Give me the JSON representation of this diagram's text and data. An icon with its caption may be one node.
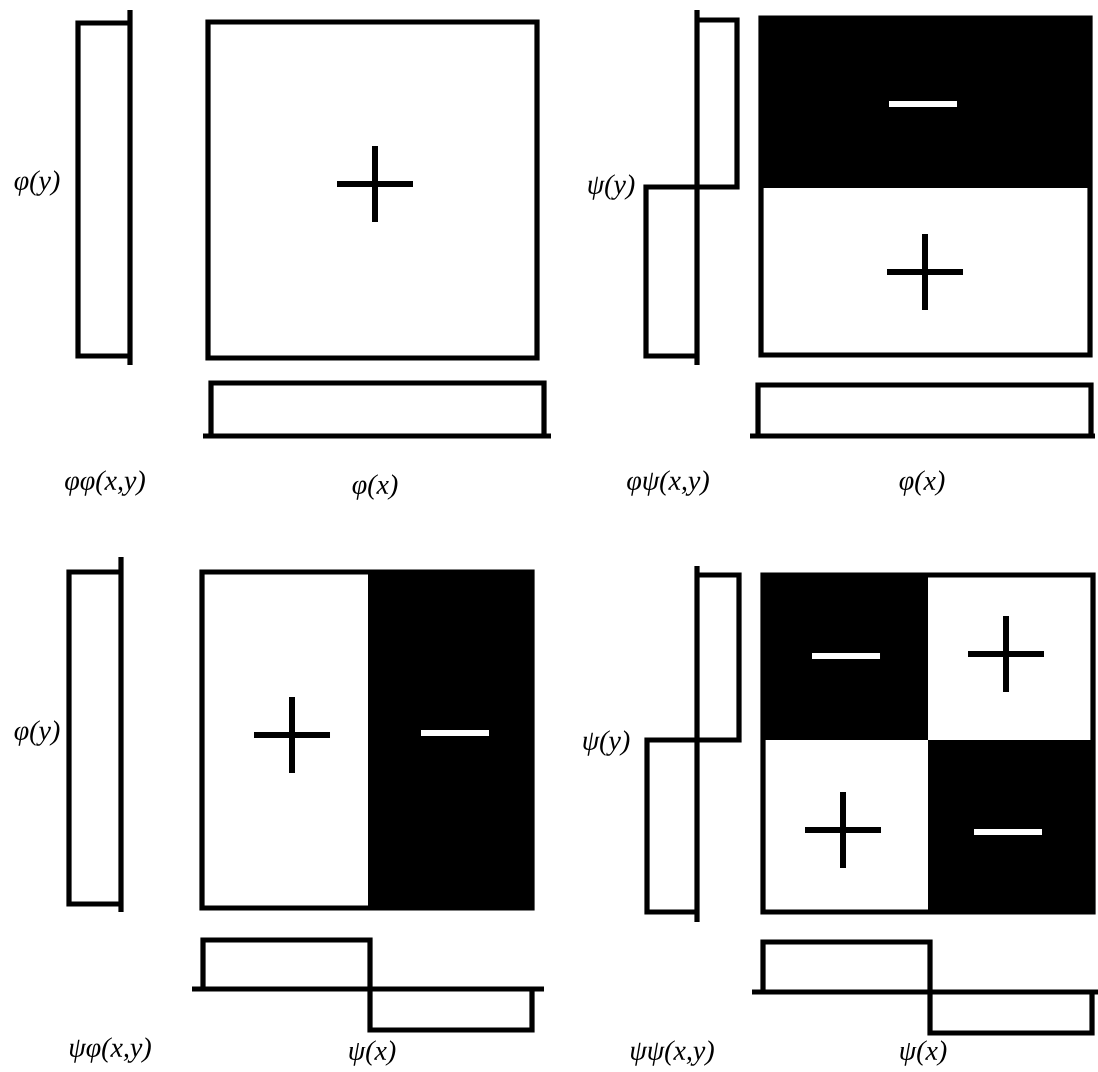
{
  "diagram": {
    "labels": [
      "φ(y)",
      "φφ(x,y)",
      "φ(x)",
      "ψ(y)",
      "φψ(x,y)",
      "φ(x)",
      "φ(y)",
      "ψφ(x,y)",
      "ψ(x)",
      "ψ(y)",
      "ψψ(x,y)",
      "ψ(x)"
    ]
  }
}
